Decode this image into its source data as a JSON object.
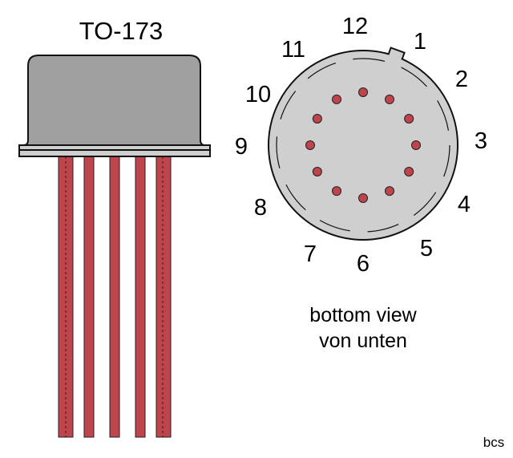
{
  "title": "TO-173",
  "pin_labels": [
    "1",
    "2",
    "3",
    "4",
    "5",
    "6",
    "7",
    "8",
    "9",
    "10",
    "11",
    "12"
  ],
  "caption_line1": "bottom view",
  "caption_line2": "von unten",
  "credit": "bcs",
  "colors": {
    "body": "#a0a0a0",
    "base": "#cccccc",
    "pin": "#c0444c",
    "outline": "#111111"
  }
}
